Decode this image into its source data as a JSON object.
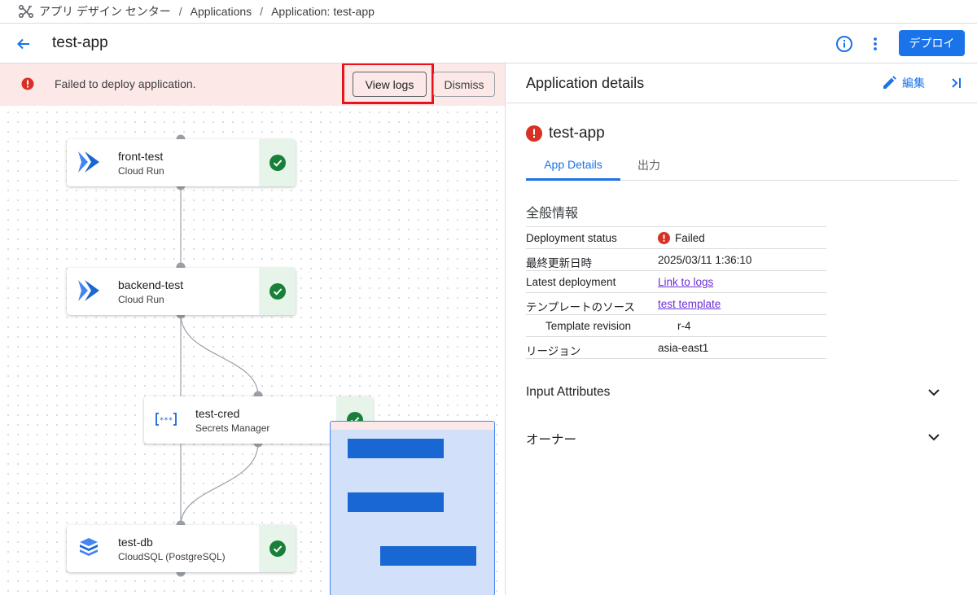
{
  "breadcrumb": {
    "root": "アプリ デザイン センター",
    "separator": "/",
    "applications": "Applications",
    "current": "Application:  test-app"
  },
  "header": {
    "title": "test-app",
    "deploy_label": "デプロイ"
  },
  "banner": {
    "message": "Failed to deploy application.",
    "view_logs_label": "View logs",
    "dismiss_label": "Dismiss"
  },
  "graph": {
    "nodes": [
      {
        "name": "front-test",
        "type": "Cloud Run",
        "icon": "cloud-run-icon",
        "status": "ok"
      },
      {
        "name": "backend-test",
        "type": "Cloud Run",
        "icon": "cloud-run-icon",
        "status": "ok"
      },
      {
        "name": "test-cred",
        "type": "Secrets Manager",
        "icon": "secret-manager-icon",
        "status": "ok"
      },
      {
        "name": "test-db",
        "type": "CloudSQL (PostgreSQL)",
        "icon": "cloud-sql-icon",
        "status": "ok"
      }
    ]
  },
  "details": {
    "panel_title": "Application details",
    "edit_label": "編集",
    "app_name": "test-app",
    "tabs": [
      "App Details",
      "出力"
    ],
    "section_title": "全般情報",
    "rows": [
      {
        "key": "Deployment status",
        "value": "Failed"
      },
      {
        "key": "最終更新日時",
        "value": "2025/03/11 1:36:10"
      },
      {
        "key": "Latest deployment",
        "value": "Link to logs"
      },
      {
        "key": "テンプレートのソース",
        "value": "test template"
      },
      {
        "key": "Template revision",
        "value": "r-4"
      },
      {
        "key": "リージョン",
        "value": "asia-east1"
      }
    ],
    "accordions": [
      "Input Attributes",
      "オーナー"
    ]
  },
  "colors": {
    "primary": "#1a73e8",
    "error": "#d93025",
    "success": "#188038",
    "banner_bg": "#fce8e6",
    "highlight_frame": "#e8131b",
    "link": "#6b2fd4"
  }
}
